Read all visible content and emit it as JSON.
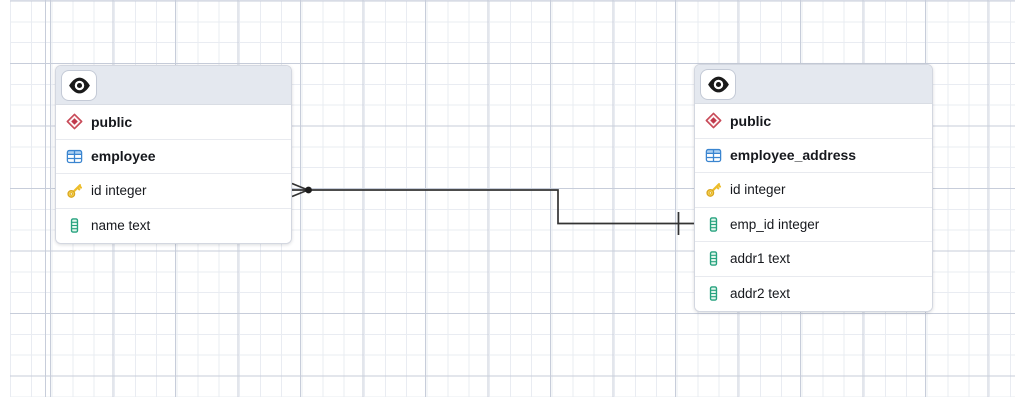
{
  "tables": [
    {
      "schema": "public",
      "name": "employee",
      "columns": [
        {
          "label": "id integer",
          "primary_key": true
        },
        {
          "label": "name text",
          "primary_key": false
        }
      ]
    },
    {
      "schema": "public",
      "name": "employee_address",
      "columns": [
        {
          "label": "id integer",
          "primary_key": true
        },
        {
          "label": "emp_id integer",
          "primary_key": false
        },
        {
          "label": "addr1 text",
          "primary_key": false
        },
        {
          "label": "addr2 text",
          "primary_key": false
        }
      ]
    }
  ],
  "relationship": {
    "from_table": "employee",
    "from_row": "id integer",
    "from_marker": "many-crowfoot",
    "to_table": "employee_address",
    "to_row": "emp_id integer",
    "to_marker": "one-tick"
  },
  "colors": {
    "schema_icon": "#c84a58",
    "table_icon": "#3a85d0",
    "key_icon": "#edbd2a",
    "column_icon": "#27a27f",
    "relation_line": "#333333",
    "header_fill": "#e4e8ef",
    "grid_major": "#c7cdda",
    "grid_minor": "#e9ecf2"
  }
}
